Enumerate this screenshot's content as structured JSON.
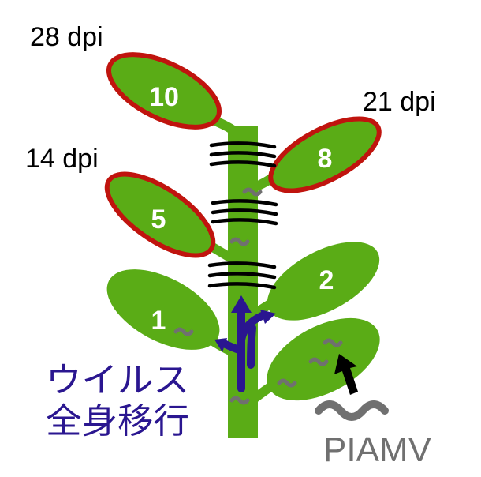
{
  "figure": {
    "dpi_labels": {
      "d28": "28 dpi",
      "d21": "21 dpi",
      "d14": "14 dpi"
    },
    "leaf_numbers": {
      "l1": "1",
      "l2": "2",
      "l5": "5",
      "l8": "8",
      "l10": "10"
    },
    "movement_label": {
      "line1": "ウイルス",
      "line2": "全身移行"
    },
    "virus_label": "PIAMV",
    "colors": {
      "leaf_green": "#5aac16",
      "stem_green": "#5aac16",
      "infected_outline": "#c0140e",
      "movement_arrow": "#2a1690",
      "virus_gray": "#707070",
      "text_black": "#000000",
      "text_white": "#ffffff"
    },
    "icons": [
      "break-mark-icon",
      "movement-arrow-icon",
      "inoculation-arrow-icon",
      "virus-squiggle-icon"
    ]
  }
}
